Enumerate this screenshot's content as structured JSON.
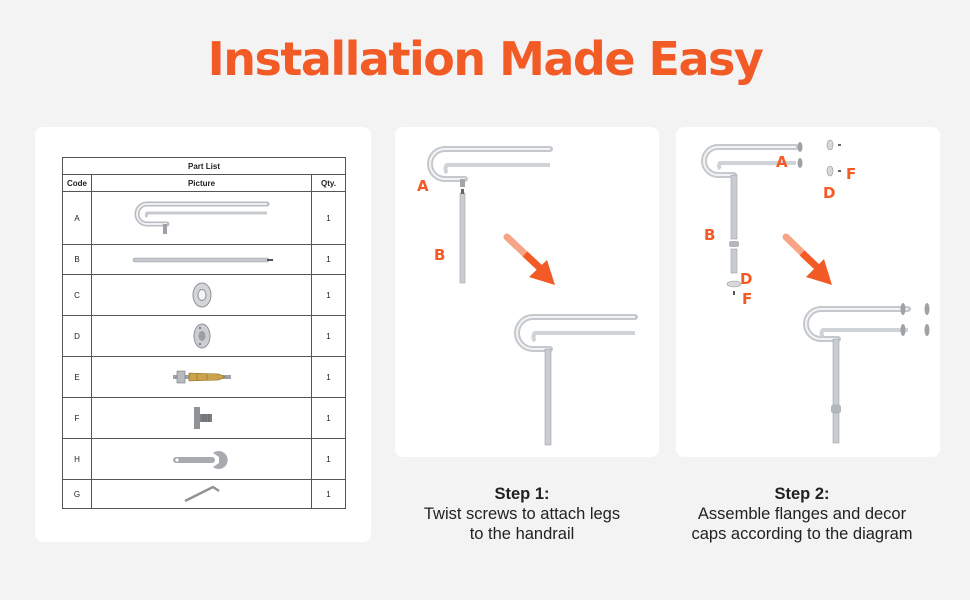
{
  "title": "Installation Made Easy",
  "part_list": {
    "title": "Part List",
    "headers": {
      "code": "Code",
      "picture": "Picture",
      "qty": "Qty."
    },
    "rows": [
      {
        "code": "A",
        "qty": "1",
        "icon": "u-handrail-icon"
      },
      {
        "code": "B",
        "qty": "1",
        "icon": "leg-rod-icon"
      },
      {
        "code": "C",
        "qty": "1",
        "icon": "decor-cap-icon"
      },
      {
        "code": "D",
        "qty": "1",
        "icon": "flange-icon"
      },
      {
        "code": "E",
        "qty": "1",
        "icon": "expansion-bolt-icon"
      },
      {
        "code": "F",
        "qty": "1",
        "icon": "screw-icon"
      },
      {
        "code": "H",
        "qty": "1",
        "icon": "wrench-icon"
      },
      {
        "code": "G",
        "qty": "1",
        "icon": "hex-key-icon"
      }
    ]
  },
  "step1": {
    "labels": {
      "a": "A",
      "b": "B"
    },
    "heading": "Step 1:",
    "line1": "Twist screws to attach legs",
    "line2": "to the handrail"
  },
  "step2": {
    "labels": {
      "a": "A",
      "b": "B",
      "d1": "D",
      "f1": "F",
      "d2": "D",
      "f2": "F"
    },
    "heading": "Step 2:",
    "line1": "Assemble flanges and decor",
    "line2": "caps according to the diagram"
  },
  "colors": {
    "accent": "#f25a26",
    "background": "#f3f3f3",
    "card": "#ffffff",
    "metal": "#cfd2d6"
  }
}
